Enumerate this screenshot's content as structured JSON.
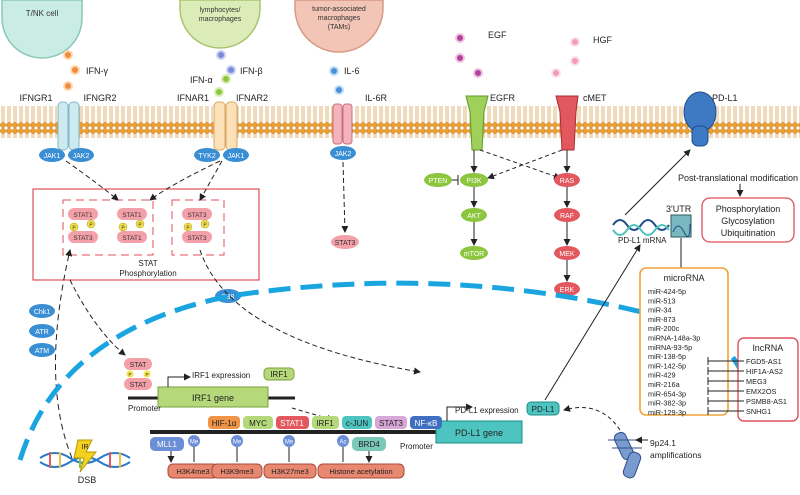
{
  "cells": {
    "tnk": "T/NK cell",
    "lymph_line1": "lymphocytes/",
    "lymph_line2": "macrophages",
    "tam_line1": "tumor-associated",
    "tam_line2": "macrophages",
    "tam_line3": "(TAMs)"
  },
  "ligands": {
    "ifng": "IFN-γ",
    "ifna": "IFN-α",
    "ifnb": "IFN-β",
    "il6": "IL-6",
    "egf": "EGF",
    "hgf": "HGF"
  },
  "receptors": {
    "ifngr1": "IFNGR1",
    "ifngr2": "IFNGR2",
    "ifnar1": "IFNAR1",
    "ifnar2": "IFNAR2",
    "il6r": "IL-6R",
    "egfr": "EGFR",
    "cmet": "cMET",
    "pdl1": "PD-L1"
  },
  "kinases": {
    "jak1": "JAK1",
    "jak2": "JAK2",
    "tyk2": "TYK2",
    "pten": "PTEN",
    "pi3k": "PI3K",
    "akt": "AKT",
    "mtor": "mTOR",
    "ras": "RAS",
    "raf": "RAF",
    "mek": "MEK",
    "erk": "ERK",
    "stat3": "STAT3",
    "p38": "P38",
    "chk1": "Chk1",
    "atr": "ATR",
    "atm": "ATM"
  },
  "stat_box": {
    "stat1": "STAT1",
    "stat3": "STAT3",
    "p": "P",
    "caption_line1": "STAT",
    "caption_line2": "Phosphorylation"
  },
  "ptm": {
    "title": "Post-translational modification",
    "items": [
      "Phosphorylation",
      "Glycosylation",
      "Ubiquitination"
    ]
  },
  "mrna": {
    "utr": "3'UTR",
    "label": "PD-L1 mRNA"
  },
  "microrna": {
    "title": "microRNA",
    "items": [
      "miR-424-5p",
      "miR-513",
      "miR-34",
      "miR-873",
      "miR-200c",
      "miRNA-148a-3p",
      "miRNA-93-5p",
      "miR-138-5p",
      "miR-142-5p",
      "miR-429",
      "miR-216a",
      "miR-654-3p",
      "miR-382-3p",
      "miR-129-3p"
    ]
  },
  "lncrna": {
    "title": "lncRNA",
    "items": [
      "FGD5-AS1",
      "HIF1A-AS2",
      "MEG3",
      "EMX2OS",
      "PSMB8-AS1",
      "SNHG1"
    ]
  },
  "nucleus": {
    "stat": "STAT",
    "p": "P",
    "promoter": "Promoter",
    "irf1_expression": "IRF1 expression",
    "irf1": "IRF1",
    "irf1_gene": "IRF1 gene",
    "pdl1_expression": "PD-L1 expression",
    "pdl1": "PD-L1",
    "pdl1_gene": "PD-L1 gene",
    "tfs": [
      "HIF-1α",
      "MYC",
      "STAT1",
      "IRF1",
      "c-JUN",
      "STAT3",
      "NF-κB"
    ],
    "mll1": "MLL1",
    "brd4": "BRD4",
    "marks": [
      "Me",
      "Me",
      "Me",
      "Ac"
    ],
    "histones": [
      "H3K4me3",
      "H3K9me3",
      "H3K27me3",
      "Histone acetylation"
    ],
    "dsb": "DSB",
    "ir": "IR",
    "amp_line1": "9p24.1",
    "amp_line2": "amplifications"
  }
}
